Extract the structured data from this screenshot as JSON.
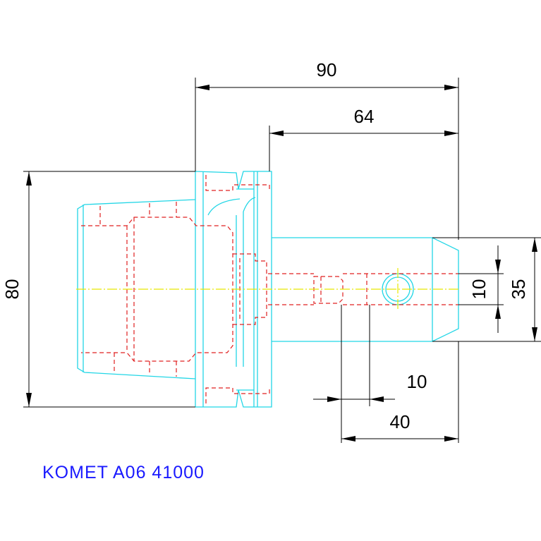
{
  "drawing": {
    "caption": "KOMET A06 41000",
    "dimensions": {
      "overall_length": "90",
      "shank_length": "64",
      "flange_diameter": "80",
      "shank_diameter": "35",
      "cross_hole_diameter": "10",
      "hole_offset_small": "10",
      "hole_position": "40"
    },
    "colors": {
      "outline": "#22d6e6",
      "hidden_lines": "#e02020",
      "centerline": "#e8e800",
      "dimension": "#000000",
      "caption": "#1a1aff"
    }
  }
}
